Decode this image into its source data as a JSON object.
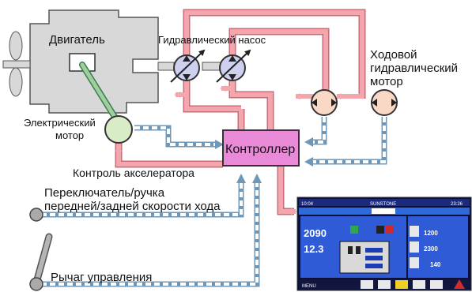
{
  "labels": {
    "engine": "Двигатель",
    "hydraulic_pump": "Гидравлический насос",
    "travel_motor_line1": "Ходовой",
    "travel_motor_line2": "гидравлический",
    "travel_motor_line3": "мотор",
    "electric_motor_line1": "Электрический",
    "electric_motor_line2": "мотор",
    "controller": "Контроллер",
    "accelerator_control": "Контроль акселератора",
    "switch_line1": "Переключатель/ручка",
    "switch_line2": "передней/задней скорости хода",
    "control_lever": "Рычаг управления"
  },
  "screen": {
    "top_left_time": "10:04",
    "top_title": "SUNSTONE",
    "top_right": "23:26",
    "big_value_1": "2090",
    "big_value_2": "12.3",
    "right_value_1": "1200",
    "right_value_2": "2300",
    "right_value_3": "140",
    "corner_label": "MENU"
  },
  "colors": {
    "hydraulic_line": "#f4a6ad",
    "electric_line": "#6f98b8",
    "controller_fill": "#e98ad8",
    "pump_fill": "#cdd0ef",
    "motor_fill": "#fad8c6",
    "electric_motor_fill": "#d8ecc8",
    "engine_fill": "#d8d8d8"
  }
}
